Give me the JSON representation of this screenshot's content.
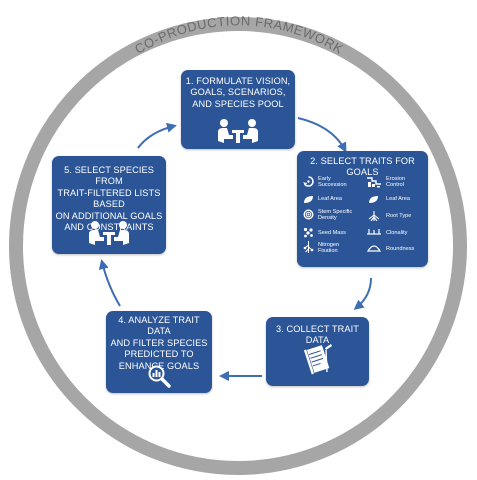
{
  "framework": {
    "title": "CO-PRODUCTION FRAMEWORK"
  },
  "steps": [
    {
      "lines": [
        "1. FORMULATE VISION,",
        "GOALS, SCENARIOS,",
        "AND SPECIES POOL"
      ],
      "icon": "meeting-icon"
    },
    {
      "lines": [
        "2. SELECT TRAITS FOR GOALS"
      ],
      "icon": "trait-icons"
    },
    {
      "lines": [
        "3. COLLECT TRAIT DATA"
      ],
      "icon": "notebook-pen-icon"
    },
    {
      "lines": [
        "4. ANALYZE TRAIT DATA",
        "AND FILTER SPECIES",
        "PREDICTED TO",
        "ENHANCE GOALS"
      ],
      "icon": "analysis-magnifier-icon"
    },
    {
      "lines": [
        "5. SELECT SPECIES FROM",
        "TRAIT-FILTERED LISTS BASED",
        "ON ADDITIONAL GOALS",
        "AND CONSTRAINTS"
      ],
      "icon": "meeting-icon"
    }
  ],
  "goals": [
    {
      "name": [
        "Early",
        "Succession"
      ],
      "icon": "recycle-icon",
      "traits": [
        {
          "label": [
            "Leaf Area"
          ],
          "icon": "leaf-icon"
        },
        {
          "label": [
            "Stem Specific",
            "Density"
          ],
          "icon": "stem-icon"
        },
        {
          "label": [
            "Seed Mass"
          ],
          "icon": "seeds-icon"
        },
        {
          "label": [
            "Nitrogen",
            "Fixation"
          ],
          "icon": "nodule-icon"
        }
      ]
    },
    {
      "name": [
        "Erosion",
        "Control"
      ],
      "icon": "erosion-icon",
      "traits": [
        {
          "label": [
            "Leaf Area"
          ],
          "icon": "leaf-icon"
        },
        {
          "label": [
            "Root Type"
          ],
          "icon": "root-icon"
        },
        {
          "label": [
            "Clonality"
          ],
          "icon": "clonal-icon"
        },
        {
          "label": [
            "Roundness"
          ],
          "icon": "roundness-icon"
        }
      ]
    }
  ],
  "colors": {
    "box": "#2b5597",
    "ring": "#a6a6a6",
    "arrow": "#3d6db3",
    "title": "#6b6b6b"
  }
}
